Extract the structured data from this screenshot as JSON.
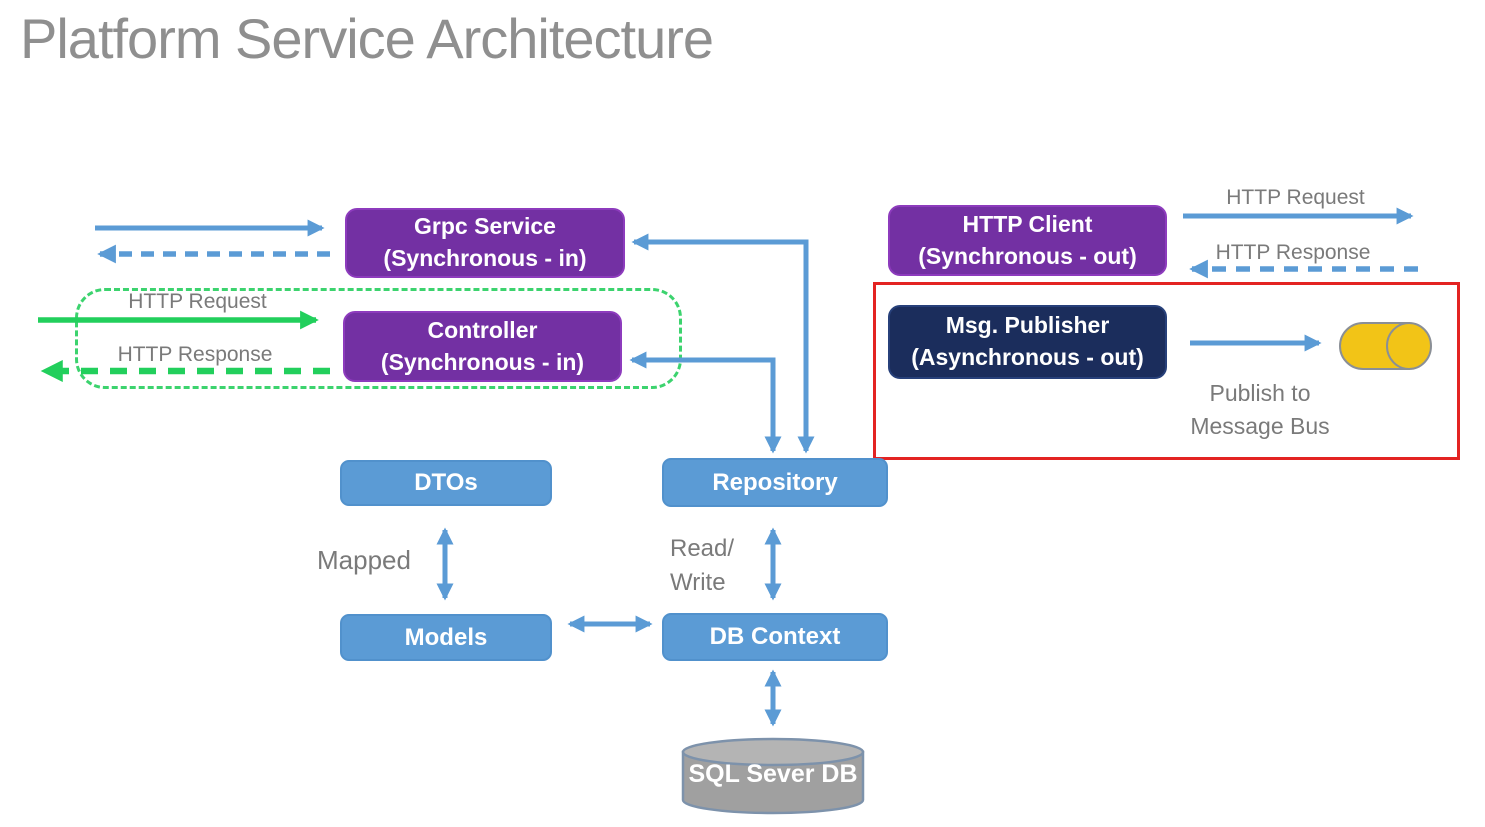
{
  "title": "Platform Service Architecture",
  "nodes": {
    "grpc_service": {
      "line1": "Grpc Service",
      "line2": "(Synchronous - in)"
    },
    "controller": {
      "line1": "Controller",
      "line2": "(Synchronous - in)"
    },
    "http_client": {
      "line1": "HTTP Client",
      "line2": "(Synchronous - out)"
    },
    "msg_publisher": {
      "line1": "Msg. Publisher",
      "line2": "(Asynchronous - out)"
    },
    "dtos": {
      "label": "DTOs"
    },
    "repository": {
      "label": "Repository"
    },
    "models": {
      "label": "Models"
    },
    "db_context": {
      "label": "DB Context"
    },
    "sql_db": {
      "label": "SQL Sever DB"
    }
  },
  "labels": {
    "http_request_left": "HTTP Request",
    "http_response_left": "HTTP Response",
    "http_request_right": "HTTP Request",
    "http_response_right": "HTTP Response",
    "publish_line1": "Publish to",
    "publish_line2": "Message Bus",
    "mapped": "Mapped",
    "read_write_line1": "Read/",
    "read_write_line2": "Write"
  },
  "icons": {
    "message_bus": "horizontal-yellow-cylinder-queue-icon",
    "sql_database": "gray-database-cylinder-icon"
  },
  "colors": {
    "arrow_blue": "#5b9bd5",
    "box_blue": "#5b9bd5",
    "box_purple": "#7330a3",
    "box_navy": "#1b2d5c",
    "green": "#22cf5c",
    "red_outline": "#e32322",
    "label_gray": "#7a7a7a",
    "title_gray": "#8f8f8f",
    "bus_yellow": "#f2c417",
    "db_gray": "#a5a5a5"
  }
}
